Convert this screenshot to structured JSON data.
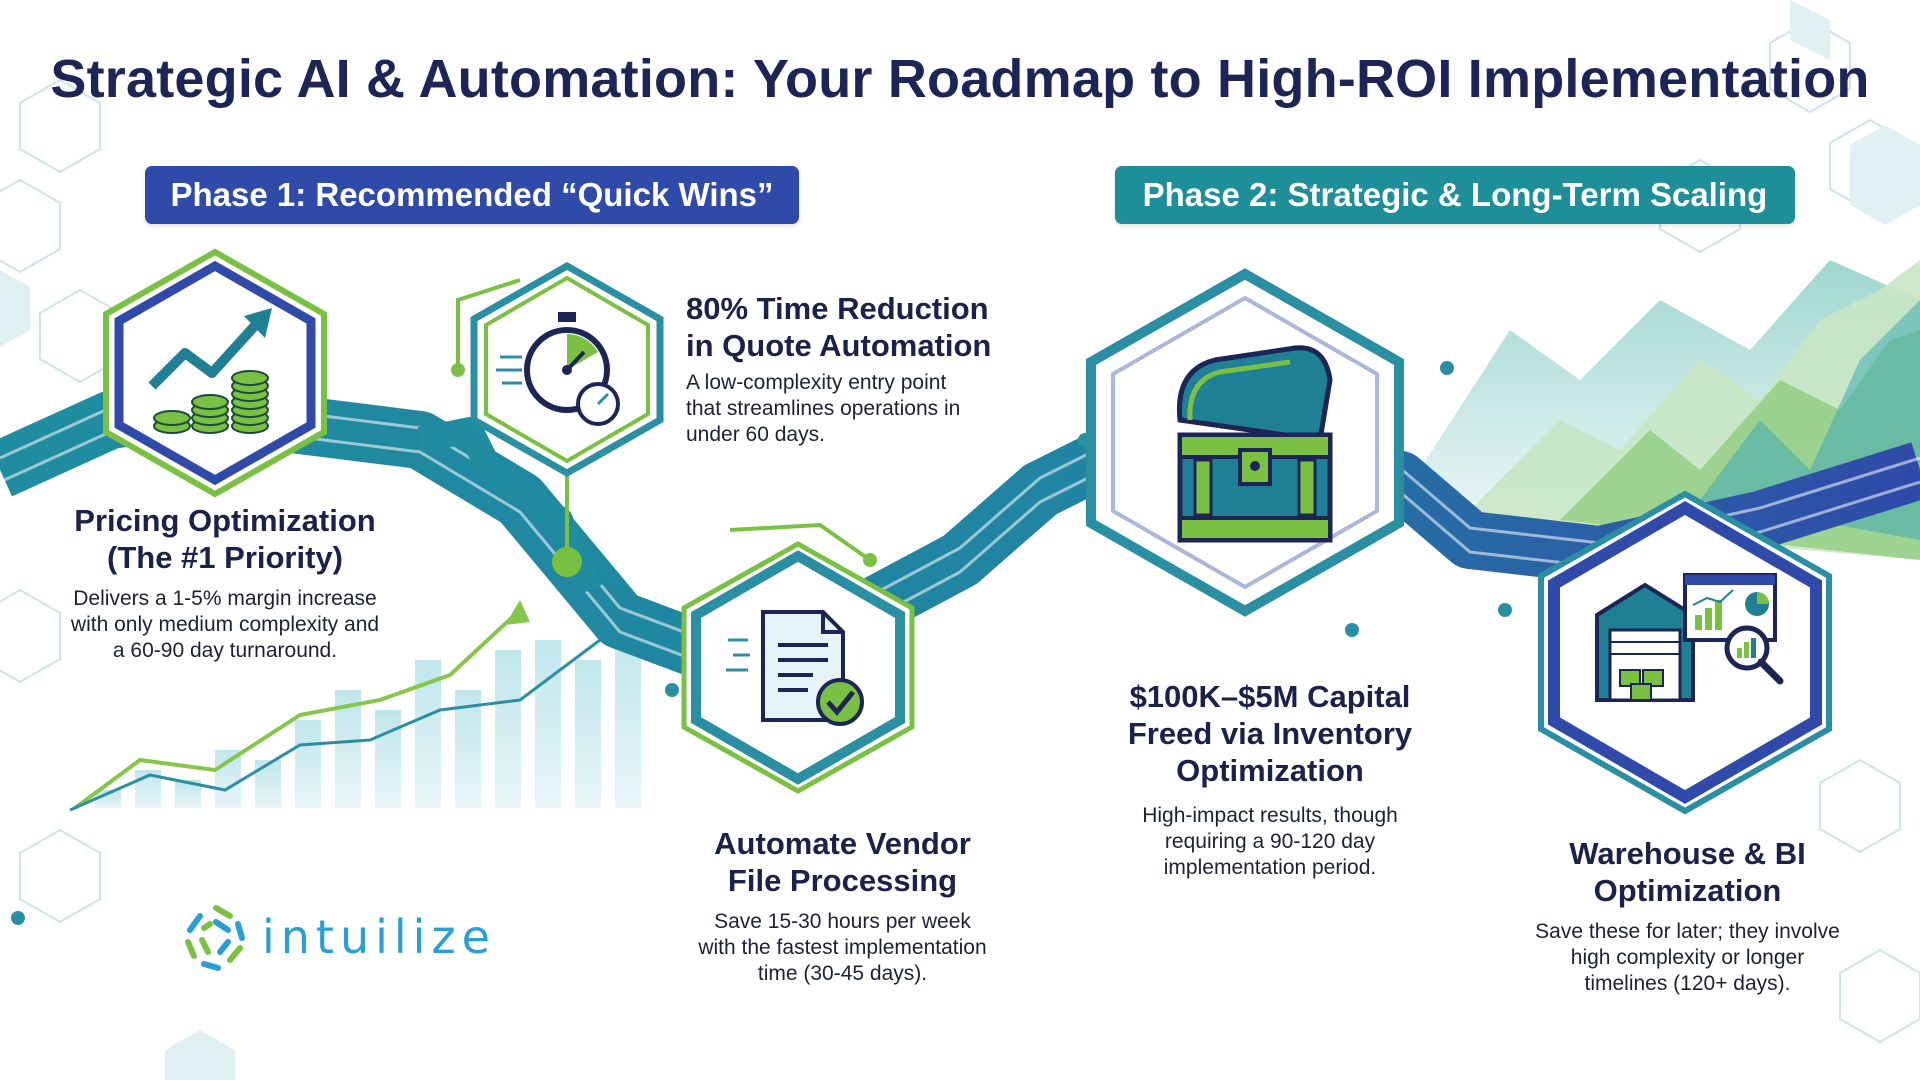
{
  "title": "Strategic AI & Automation: Your Roadmap to High-ROI Implementation",
  "phases": [
    {
      "label": "Phase 1: Recommended “Quick Wins”"
    },
    {
      "label": "Phase 2: Strategic & Long-Term Scaling"
    }
  ],
  "items": [
    {
      "icon": "growth-coins-icon",
      "heading_lines": [
        "Pricing Optimization",
        "(The #1 Priority)"
      ],
      "desc_lines": [
        "Delivers a 1-5% margin increase",
        "with only medium complexity and",
        "a 60-90 day turnaround."
      ]
    },
    {
      "icon": "stopwatch-speed-icon",
      "heading_lines": [
        "80% Time Reduction",
        "in Quote Automation"
      ],
      "desc_lines": [
        "A low-complexity entry point",
        "that streamlines operations in",
        "under 60 days."
      ]
    },
    {
      "icon": "document-check-icon",
      "heading_lines": [
        "Automate Vendor",
        "File Processing"
      ],
      "desc_lines": [
        "Save 15-30 hours per week",
        "with the fastest implementation",
        "time (30-45 days)."
      ]
    },
    {
      "icon": "treasure-chest-icon",
      "heading_lines": [
        "$100K–$5M Capital",
        "Freed via Inventory",
        "Optimization"
      ],
      "desc_lines": [
        "High-impact results, though",
        "requiring a 90-120 day",
        "implementation period."
      ]
    },
    {
      "icon": "warehouse-analytics-icon",
      "heading_lines": [
        "Warehouse & BI",
        "Optimization"
      ],
      "desc_lines": [
        "Save these for later; they involve",
        "high complexity or longer",
        "timelines (120+ days)."
      ]
    }
  ],
  "logo": {
    "text": "intuilize"
  },
  "colors": {
    "navy": "#1c2556",
    "phase1": "#2f4aa8",
    "phase2": "#1e8e99",
    "teal": "#2389a0",
    "green": "#7ac143",
    "blue": "#2f4aa8"
  }
}
